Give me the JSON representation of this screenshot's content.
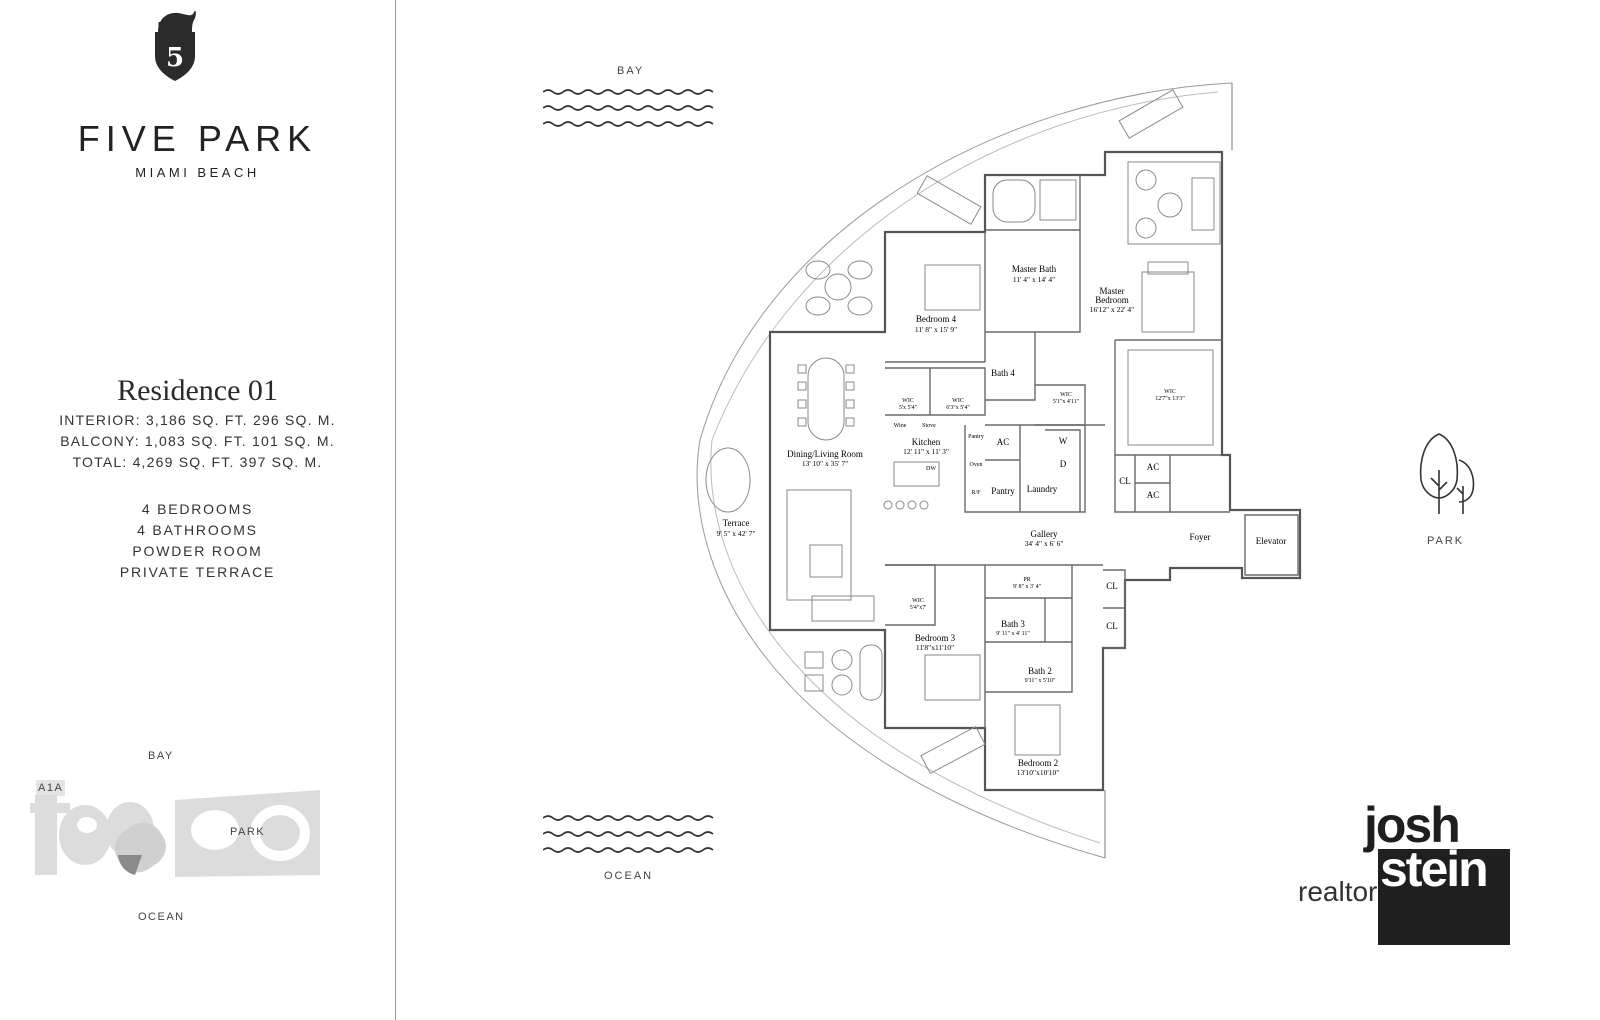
{
  "brand": {
    "name": "FIVE PARK",
    "location": "MIAMI BEACH"
  },
  "residence": {
    "title": "Residence 01",
    "interior": "INTERIOR: 3,186 SQ. FT.   296 SQ. M.",
    "balcony": "BALCONY: 1,083 SQ. FT.   101 SQ. M.",
    "total": "TOTAL: 4,269 SQ. FT.   397 SQ. M.",
    "features": [
      "4 BEDROOMS",
      "4 BATHROOMS",
      "POWDER ROOM",
      "PRIVATE TERRACE"
    ]
  },
  "site_map": {
    "bay": "BAY",
    "a1a": "A1A",
    "park": "PARK",
    "ocean": "OCEAN"
  },
  "orientation": {
    "bay": "BAY",
    "ocean": "OCEAN",
    "park": "PARK"
  },
  "rooms": {
    "master_bath": {
      "name": "Master Bath",
      "dim": "11' 4\" x 14' 4\""
    },
    "master_bedroom": {
      "name1": "Master",
      "name2": "Bedroom",
      "dim": "16'12\" x 22' 4\""
    },
    "bedroom4": {
      "name": "Bedroom 4",
      "dim": "11' 8\" x 15' 9\""
    },
    "bath4": {
      "name": "Bath 4"
    },
    "wic_a": {
      "name": "WIC",
      "dim": "5'x 5'4\""
    },
    "wic_b": {
      "name": "WIC",
      "dim": "6'3\"x 5'4\""
    },
    "wic_c": {
      "name": "WIC",
      "dim": "5'1\"x 4'11\""
    },
    "wic_master": {
      "name": "WIC",
      "dim": "12'7\"x 13'3\""
    },
    "wine": "Wine",
    "stove": "Stove",
    "pantry_v": "Pantry",
    "oven": "Oven",
    "rf": "R/F",
    "dw": "DW",
    "kitchen": {
      "name": "Kitchen",
      "dim": "12' 11\" x 11' 3\""
    },
    "dining": {
      "name": "Dining/Living Room",
      "dim": "13' 10\" x 35' 7\""
    },
    "terrace": {
      "name": "Terrace",
      "dim": "9' 5\" x 42' 7\""
    },
    "ac1": "AC",
    "ac2": "AC",
    "ac3": "AC",
    "w": "W",
    "d": "D",
    "pantry": "Pantry",
    "laundry": "Laundry",
    "cl1": "CL",
    "cl2": "CL",
    "cl3": "CL",
    "gallery": {
      "name": "Gallery",
      "dim": "34' 4\" x 6' 6\""
    },
    "foyer": "Foyer",
    "elevator": "Elevator",
    "pr": {
      "name": "PR",
      "dim": "9' 8\" x 3' 4\""
    },
    "wic_b3": {
      "name": "WIC",
      "dim": "5'4\"x7'"
    },
    "bath3": {
      "name": "Bath 3",
      "dim": "9' 11\" x 4' 11\""
    },
    "bedroom3": {
      "name": "Bedroom 3",
      "dim": "11'8\"x11'10\""
    },
    "bath2": {
      "name": "Bath 2",
      "dim": "9'11\" x 5'10\""
    },
    "bedroom2": {
      "name": "Bedroom 2",
      "dim": "13'10\"x10'10\""
    }
  },
  "agent": {
    "line1": "josh",
    "line2": "stein",
    "role": "realtor"
  }
}
